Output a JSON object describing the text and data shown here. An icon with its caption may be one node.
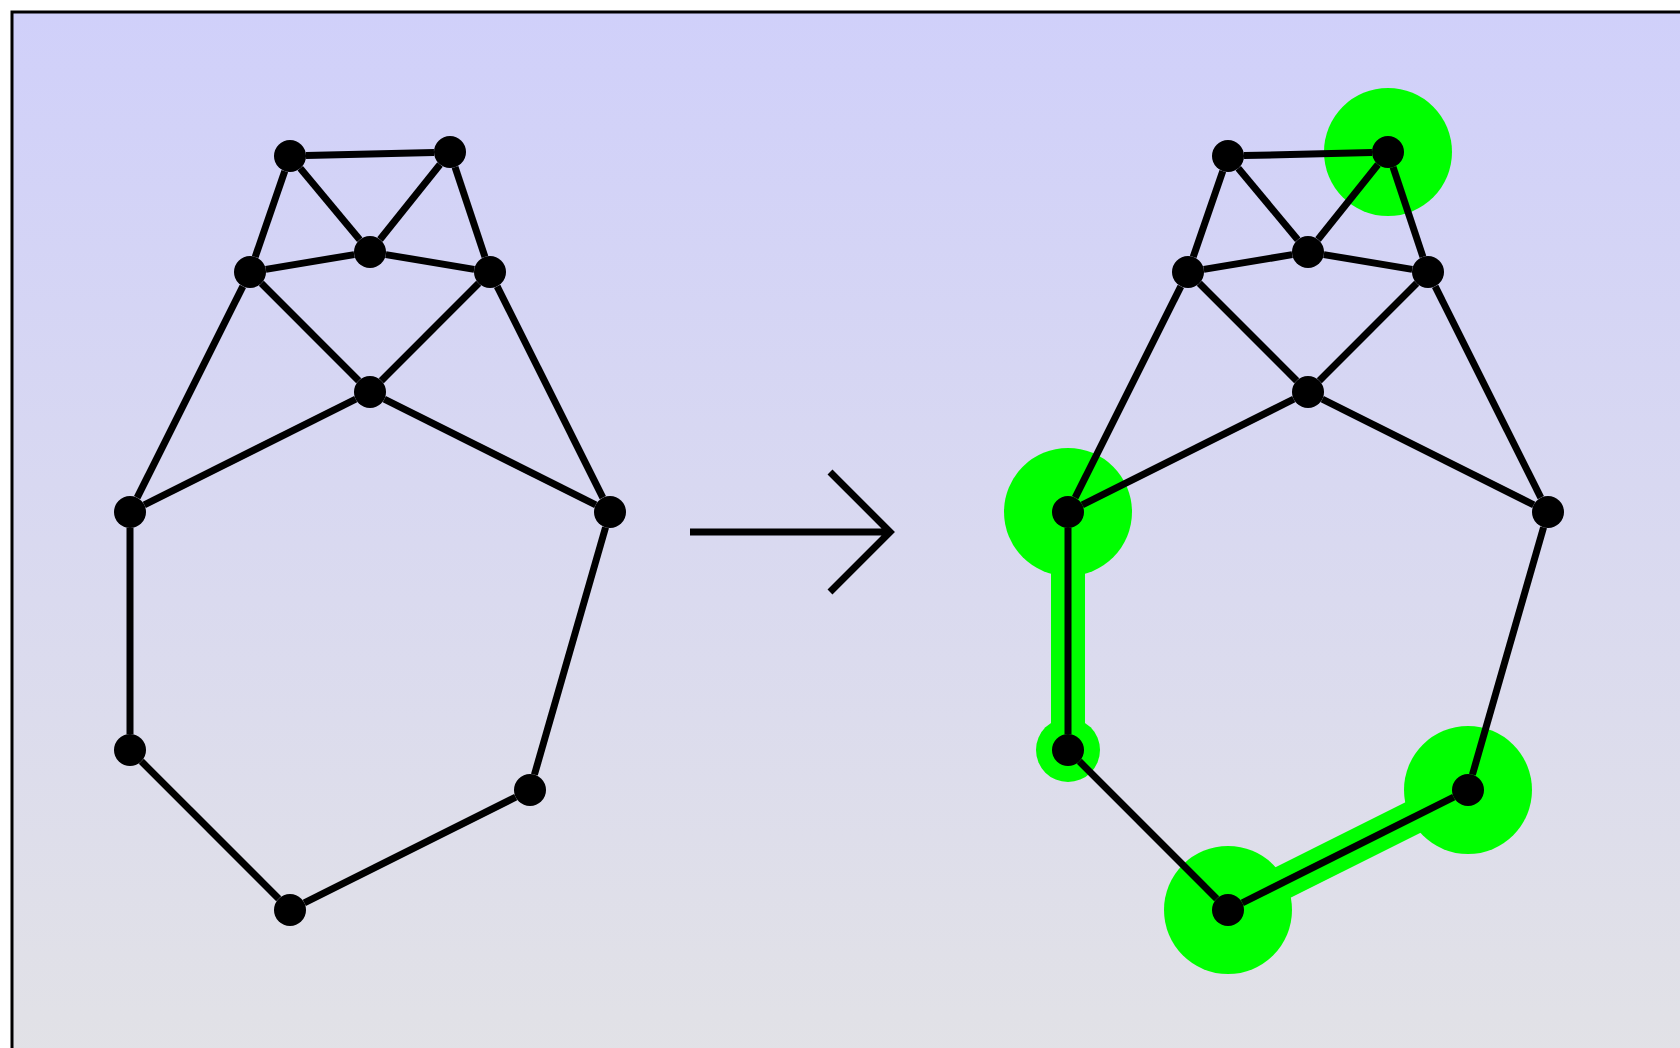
{
  "diagram": {
    "nodes": [
      {
        "text": [],
        "shape": "circle"
      },
      {
        "text": [],
        "shape": "circle"
      },
      {
        "text": [],
        "shape": "circle"
      },
      {
        "text": [],
        "shape": "circle"
      },
      {
        "text": [],
        "shape": "circle"
      },
      {
        "text": [],
        "shape": "circle"
      },
      {
        "text": [],
        "shape": "circle"
      },
      {
        "text": [],
        "shape": "circle"
      },
      {
        "text": [],
        "shape": "circle"
      },
      {
        "text": [],
        "shape": "circle"
      },
      {
        "text": [],
        "shape": "circle"
      },
      {
        "text": [],
        "shape": "circle"
      },
      {
        "text": [],
        "shape": "circle"
      },
      {
        "text": [],
        "shape": "circle"
      },
      {
        "text": [],
        "shape": "circle"
      },
      {
        "text": [],
        "shape": "circle"
      },
      {
        "text": [],
        "shape": "circle"
      },
      {
        "text": [],
        "shape": "circle"
      },
      {
        "text": [],
        "shape": "circle"
      },
      {
        "text": [],
        "shape": "circle"
      },
      {
        "text": [],
        "shape": "circle"
      },
      {
        "text": [],
        "shape": "circle"
      }
    ],
    "edges": [
      {
        "from": 0,
        "to": 1,
        "arrow": "none"
      },
      {
        "from": 0,
        "to": 2,
        "arrow": "none"
      },
      {
        "from": 1,
        "to": 2,
        "arrow": "none"
      },
      {
        "from": 0,
        "to": 3,
        "arrow": "none"
      },
      {
        "from": 1,
        "to": 4,
        "arrow": "none"
      },
      {
        "from": 3,
        "to": 2,
        "arrow": "none"
      },
      {
        "from": 2,
        "to": 4,
        "arrow": "none"
      },
      {
        "from": 3,
        "to": 5,
        "arrow": "none"
      },
      {
        "from": 4,
        "to": 5,
        "arrow": "none"
      },
      {
        "from": 3,
        "to": 6,
        "arrow": "none"
      },
      {
        "from": 4,
        "to": 7,
        "arrow": "none"
      },
      {
        "from": 5,
        "to": 6,
        "arrow": "none"
      },
      {
        "from": 5,
        "to": 7,
        "arrow": "none"
      },
      {
        "from": 6,
        "to": 8,
        "arrow": "none"
      },
      {
        "from": 8,
        "to": 10,
        "arrow": "none"
      },
      {
        "from": 10,
        "to": 9,
        "arrow": "none"
      },
      {
        "from": 9,
        "to": 7,
        "arrow": "none"
      },
      {
        "from": 11,
        "to": 12,
        "arrow": "none"
      },
      {
        "from": 11,
        "to": 13,
        "arrow": "none"
      },
      {
        "from": 12,
        "to": 13,
        "arrow": "none"
      },
      {
        "from": 11,
        "to": 14,
        "arrow": "none"
      },
      {
        "from": 12,
        "to": 15,
        "arrow": "none"
      },
      {
        "from": 14,
        "to": 13,
        "arrow": "none"
      },
      {
        "from": 13,
        "to": 15,
        "arrow": "none"
      },
      {
        "from": 14,
        "to": 16,
        "arrow": "none"
      },
      {
        "from": 15,
        "to": 16,
        "arrow": "none"
      },
      {
        "from": 14,
        "to": 17,
        "arrow": "none"
      },
      {
        "from": 15,
        "to": 18,
        "arrow": "none"
      },
      {
        "from": 16,
        "to": 17,
        "arrow": "none"
      },
      {
        "from": 16,
        "to": 18,
        "arrow": "none"
      },
      {
        "from": 17,
        "to": 19,
        "arrow": "none",
        "style": "thick",
        "color": "#00ff00"
      },
      {
        "from": 19,
        "to": 21,
        "arrow": "none"
      },
      {
        "from": 21,
        "to": 20,
        "arrow": "none",
        "style": "thick",
        "color": "#00ff00"
      },
      {
        "from": 20,
        "to": 18,
        "arrow": "none"
      }
    ]
  }
}
